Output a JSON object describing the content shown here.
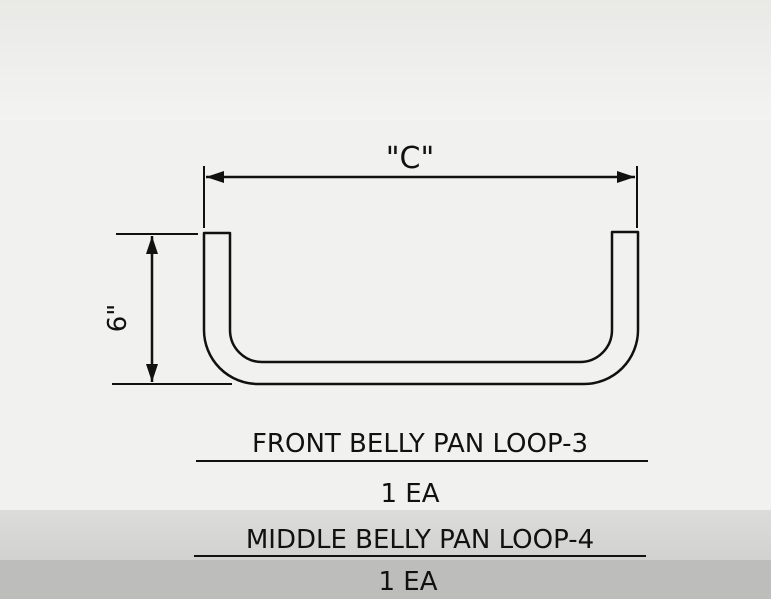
{
  "dimension_width_label": "\"C\"",
  "dimension_height_label": "6\"",
  "parts": [
    {
      "name": "FRONT BELLY PAN LOOP-3",
      "quantity": "1 EA"
    },
    {
      "name": "MIDDLE BELLY PAN LOOP-4",
      "quantity": "1 EA"
    }
  ],
  "colors": {
    "ink": "#111111",
    "paper": "#f1f1ef"
  }
}
